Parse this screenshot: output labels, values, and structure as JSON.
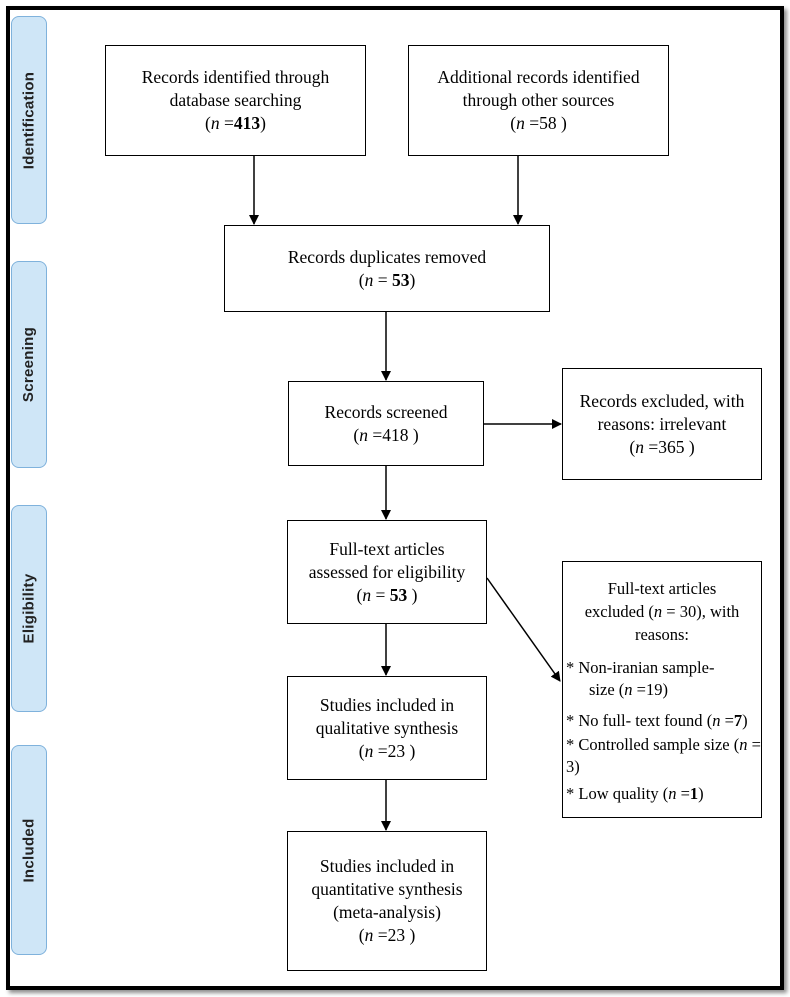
{
  "phases": {
    "identification": "Identification",
    "screening": "Screening",
    "eligibility": "Eligibility",
    "included": "Included"
  },
  "boxes": {
    "db_search": {
      "line1": "Records identified through",
      "line2": "database searching",
      "n_label": "n",
      "n_value": "413"
    },
    "other_sources": {
      "line1": "Additional records identified",
      "line2": "through other sources",
      "n_label": "n",
      "n_value": "58"
    },
    "duplicates_removed": {
      "line1": "Records  duplicates removed",
      "n_label": "n",
      "n_value": "53"
    },
    "screened": {
      "line1": "Records screened",
      "n_label": "n",
      "n_value": "418"
    },
    "excluded": {
      "line1": "Records excluded, with",
      "line2": "reasons: irrelevant",
      "n_label": "n",
      "n_value": "365"
    },
    "fulltext_assessed": {
      "line1": "Full-text articles",
      "line2": "assessed for eligibility",
      "n_label": "n",
      "n_value": "53"
    },
    "qualitative": {
      "line1": "Studies included in",
      "line2": "qualitative synthesis",
      "n_label": "n",
      "n_value": "23"
    },
    "quantitative": {
      "line1": "Studies included in",
      "line2": "quantitative synthesis",
      "line3": "(meta-analysis)",
      "n_label": "n",
      "n_value": "23"
    }
  },
  "fulltext_excluded": {
    "line1": "Full-text articles",
    "line2_pre": "excluded (",
    "n_label": "n",
    "n_value": "30",
    "line2_post": "), with",
    "line3": "reasons:",
    "reasons": [
      {
        "text1": "* Non-iranian  sample-",
        "text2": "size",
        "n_label": "n",
        "n_value": "19"
      },
      {
        "text1": "* No full- text found",
        "n_label": "n",
        "n_value": "7"
      },
      {
        "text1": "* Controlled sample size",
        "n_label": "n",
        "n_value": "3"
      },
      {
        "text1": "* Low quality",
        "n_label": "n",
        "n_value": "1"
      }
    ]
  },
  "symbols": {
    "equals": "="
  }
}
